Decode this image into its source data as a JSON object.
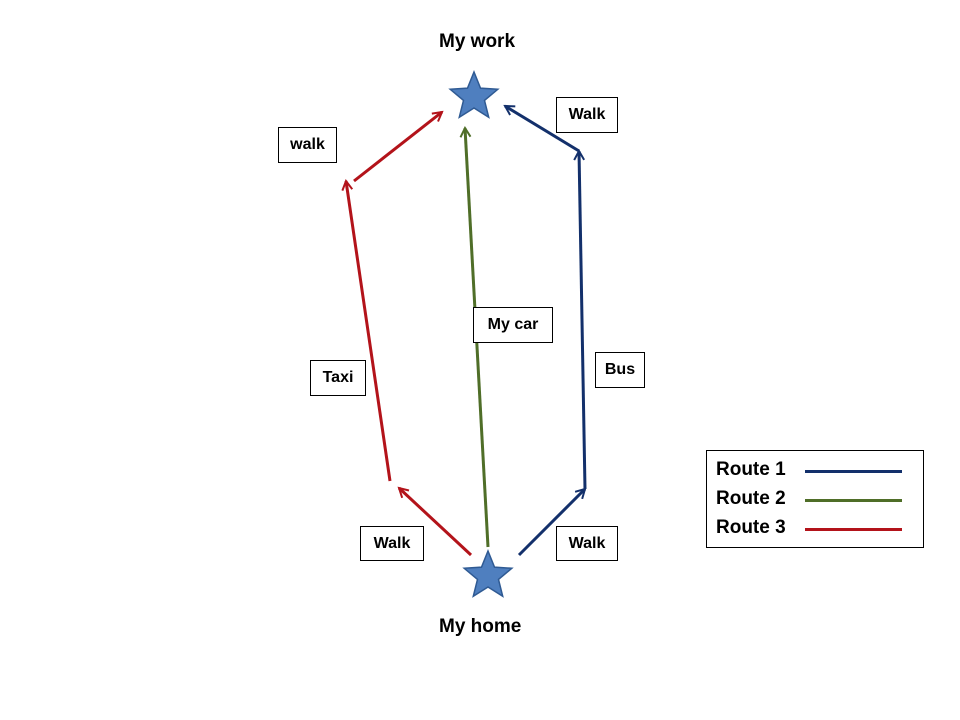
{
  "nodes": {
    "work": {
      "label": "My work"
    },
    "home": {
      "label": "My home"
    }
  },
  "route_labels": {
    "route1_walk_start": "Walk",
    "route1_bus": "Bus",
    "route1_walk_end": "Walk",
    "route2_car": "My car",
    "route3_walk_start": "Walk",
    "route3_taxi": "Taxi",
    "route3_walk_end": "walk"
  },
  "legend": {
    "items": [
      {
        "label": "Route 1",
        "color": "#13306b"
      },
      {
        "label": "Route 2",
        "color": "#4f6e28"
      },
      {
        "label": "Route 3",
        "color": "#b3131a"
      }
    ]
  },
  "colors": {
    "star_fill": "#4f7fbf",
    "star_stroke": "#2f5a93",
    "route1": "#13306b",
    "route2": "#4f6e28",
    "route3": "#b3131a"
  },
  "icons": {
    "work": "star-icon",
    "home": "star-icon"
  }
}
